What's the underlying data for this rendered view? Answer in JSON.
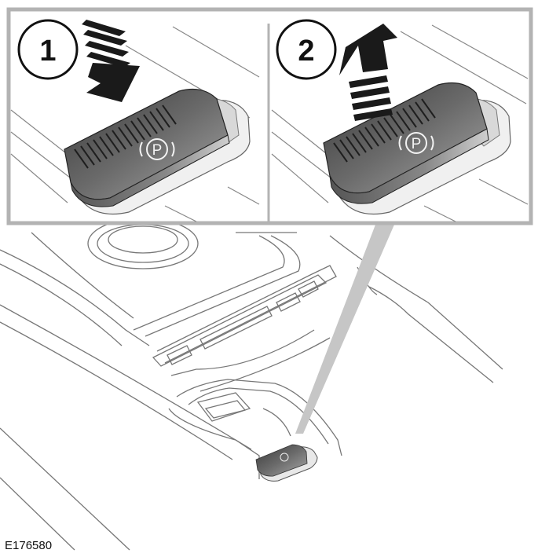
{
  "steps": [
    {
      "number": "1",
      "action": "press",
      "arrow": "down-arrow-icon"
    },
    {
      "number": "2",
      "action": "pull",
      "arrow": "up-arrow-icon"
    }
  ],
  "switch_symbol": "P",
  "reference_code": "E176580",
  "colors": {
    "frame": "#b3b3b3",
    "line": "#777777",
    "switch_dark": "#4a4a4a",
    "switch_light": "#9a9a9a"
  }
}
